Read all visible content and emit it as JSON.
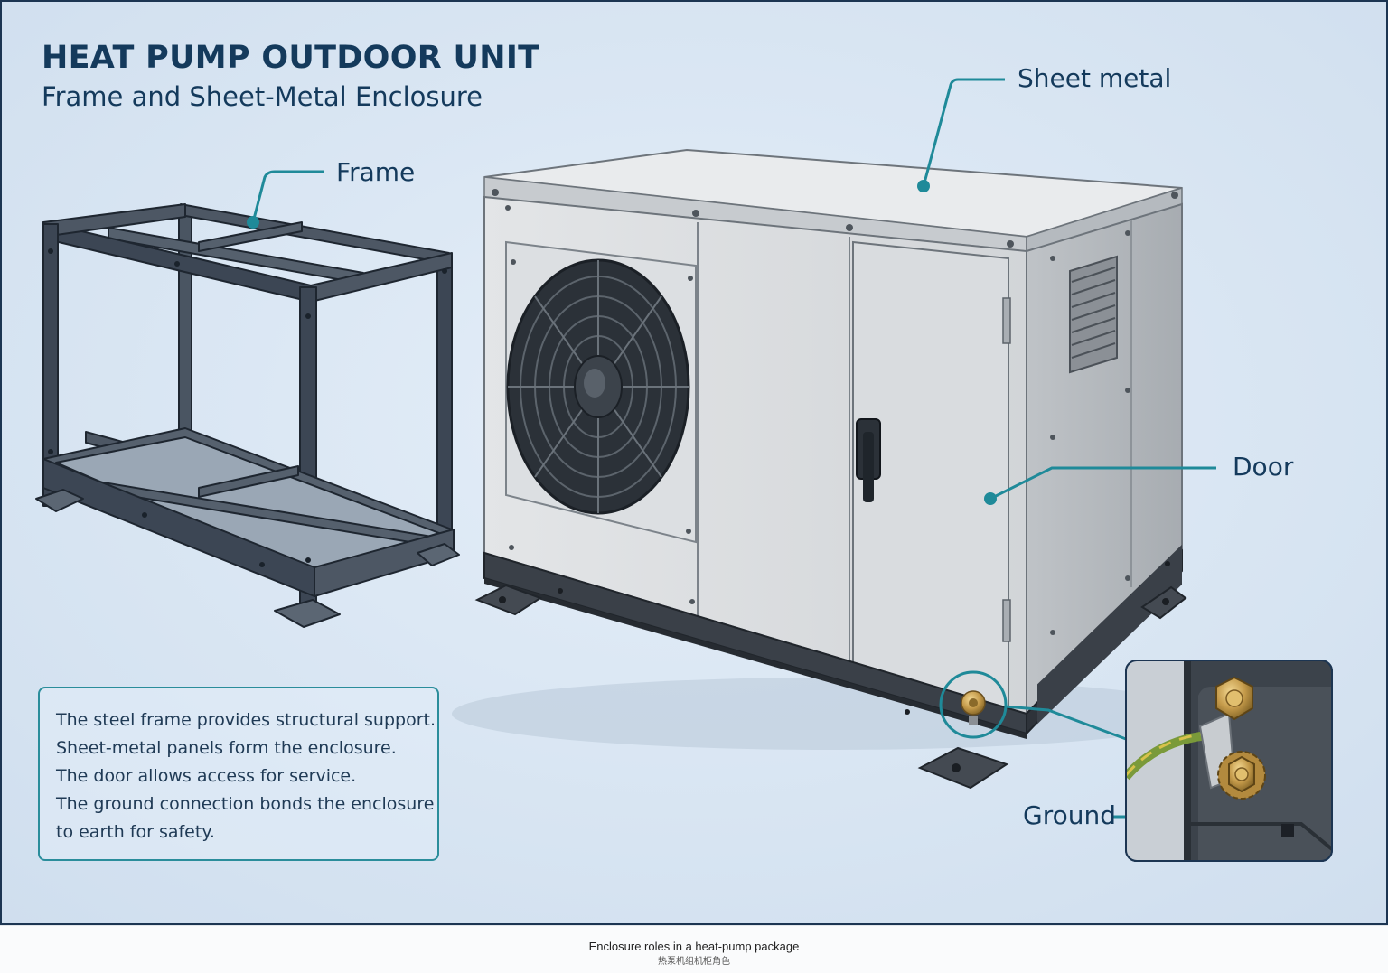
{
  "header": {
    "title": "HEAT PUMP OUTDOOR UNIT",
    "subtitle": "Frame and Sheet-Metal Enclosure"
  },
  "callouts": {
    "frame": "Frame",
    "sheet_metal": "Sheet metal",
    "door": "Door",
    "ground": "Ground"
  },
  "info_box": {
    "lines": [
      "The steel frame provides structural support.",
      "Sheet-metal panels form the enclosure.",
      "The door allows access for service.",
      "The ground connection bonds the enclosure",
      "to earth for safety."
    ]
  },
  "caption": {
    "english": "Enclosure roles in a heat-pump package",
    "chinese": "热泵机组机柜角色"
  },
  "icons": {
    "frame": "steel-frame-illustration",
    "unit": "heat-pump-unit-illustration",
    "fan": "fan-grille-icon",
    "handle": "door-handle-icon",
    "louvers": "vent-louver-icon",
    "ground": "ground-terminal-icon"
  },
  "colors": {
    "panel_background": "#d8e5f2",
    "accent_teal": "#1f8a99",
    "title_navy": "#143a5c",
    "frame_steel": "#3c4654",
    "sheet_metal": "#d9dcdf",
    "base_dark": "#3a4048",
    "ground_wire_green": "#7a9a3a",
    "ground_wire_yellow": "#d8c24a",
    "brass": "#c49a4a"
  }
}
